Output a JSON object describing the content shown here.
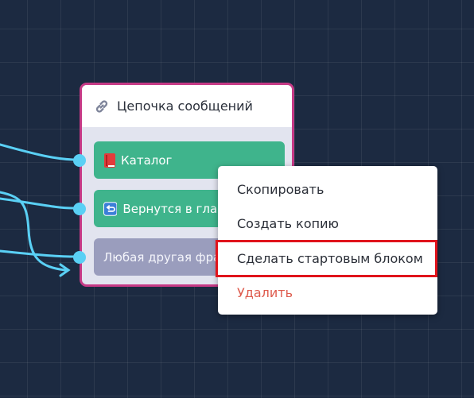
{
  "node": {
    "title": "Цепочка сообщений",
    "icon": "link-icon",
    "border_color": "#c63a86",
    "buttons": [
      {
        "label": "Каталог",
        "icon": "book-emoji-icon",
        "color": "#3fb48c"
      },
      {
        "label": "Вернутся в главное меню",
        "icon": "return-arrow-emoji-icon",
        "color": "#3fb48c"
      },
      {
        "label": "Любая другая фраза",
        "icon": "",
        "color": "#9a9dbd"
      }
    ]
  },
  "context_menu": {
    "items": [
      {
        "label": "Скопировать"
      },
      {
        "label": "Создать копию"
      },
      {
        "label": "Сделать стартовым блоком",
        "highlighted": true
      },
      {
        "label": "Удалить",
        "danger": true
      }
    ],
    "danger_color": "#de5b4d",
    "highlight_color": "#e0141c"
  },
  "canvas": {
    "background": "#1c2a41",
    "connector_color": "#5ad0f5"
  }
}
